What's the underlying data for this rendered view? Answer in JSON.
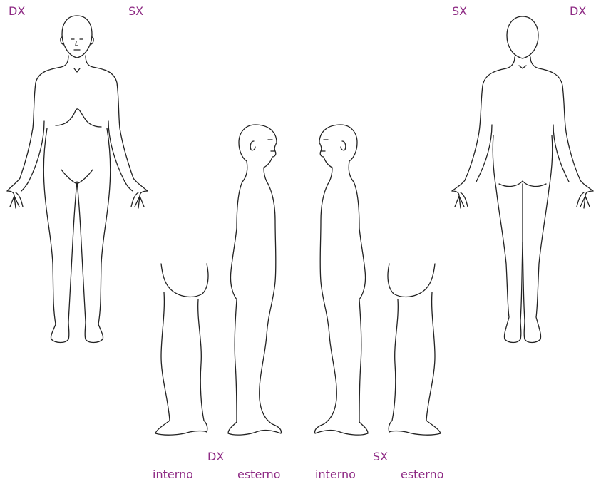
{
  "front_view": {
    "right_label": "DX",
    "left_label": "SX"
  },
  "back_view": {
    "left_label": "SX",
    "right_label": "DX"
  },
  "side_right": {
    "label": "DX",
    "inner_label": "interno",
    "outer_label": "esterno"
  },
  "side_left": {
    "label": "SX",
    "inner_label": "interno",
    "outer_label": "esterno"
  },
  "colors": {
    "label": "#8e2a84",
    "outline": "#222222"
  }
}
